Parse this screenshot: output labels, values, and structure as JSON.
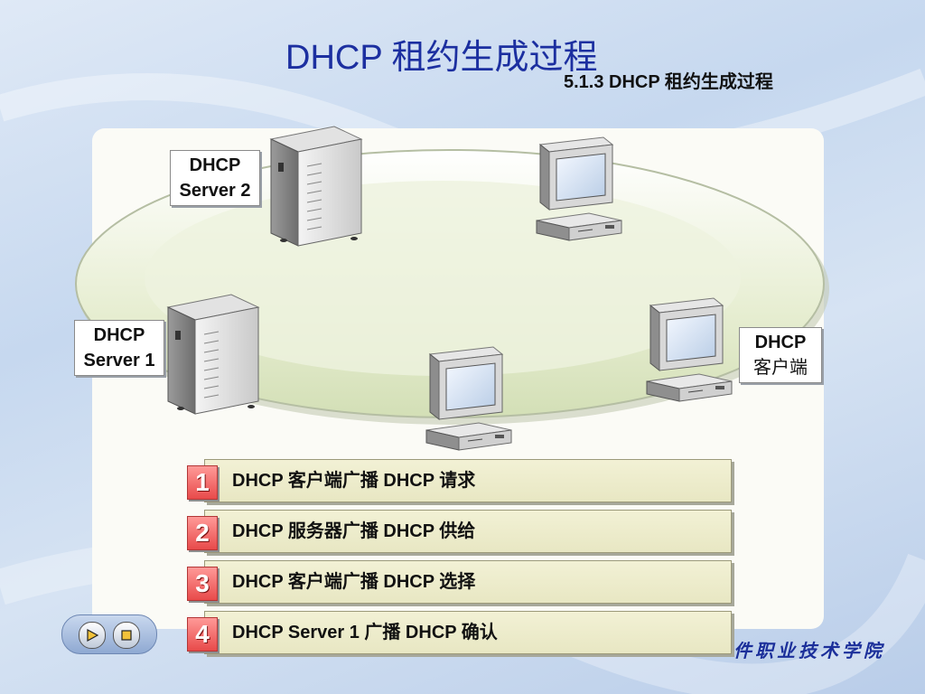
{
  "header": {
    "title": "DHCP 租约生成过程",
    "section": "5.1.3   DHCP 租约生成过程"
  },
  "nodes": {
    "server2": {
      "line1": "DHCP",
      "line2": "Server 2"
    },
    "server1": {
      "line1": "DHCP",
      "line2": "Server 1"
    },
    "client": {
      "line1": "DHCP",
      "line2": "客户端"
    }
  },
  "steps": [
    {
      "number": "1",
      "text": "DHCP 客户端广播 DHCP 请求"
    },
    {
      "number": "2",
      "text": "DHCP 服务器广播 DHCP 供给"
    },
    {
      "number": "3",
      "text": "DHCP 客户端广播 DHCP 选择"
    },
    {
      "number": "4",
      "text": "DHCP Server 1 广播 DHCP 确认"
    }
  ],
  "footer": {
    "school": "件职业技术学院"
  },
  "colors": {
    "title": "#1c2fa0",
    "network_ring": "#dfe8c8",
    "step_fill": "#f2f1d5",
    "step_badge": "#e84a4a"
  },
  "icons": {
    "server": "server-tower-icon",
    "workstation": "desktop-computer-icon",
    "nav_play": "play-icon",
    "nav_stop": "stop-icon"
  }
}
